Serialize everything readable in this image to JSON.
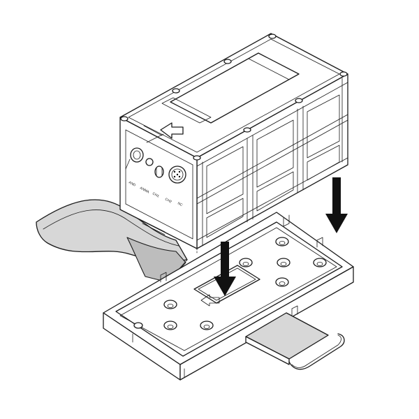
{
  "ports": {
    "p1": "AND",
    "p2": "ANMA",
    "p3": "CH1",
    "p4": "CH2",
    "p5": "NC"
  },
  "colors": {
    "line": "#1a1a1a",
    "ribbon": "#d7d7d7",
    "arrow": "#111111",
    "background": "#ffffff"
  }
}
